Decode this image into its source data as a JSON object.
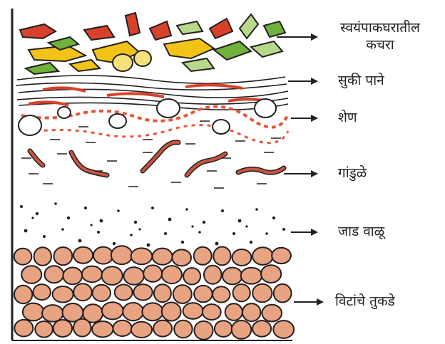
{
  "layers": [
    {
      "id": "kitchen-waste",
      "label_lines": [
        "स्वयंपाकघरातील",
        "कचरा"
      ]
    },
    {
      "id": "dry-leaves",
      "label_lines": [
        "सुकी पाने"
      ]
    },
    {
      "id": "dung",
      "label_lines": [
        "शेण"
      ]
    },
    {
      "id": "earthworms",
      "label_lines": [
        "गांडुळे"
      ]
    },
    {
      "id": "coarse-sand",
      "label_lines": [
        "जाड वाळू"
      ]
    },
    {
      "id": "brick-pieces",
      "label_lines": [
        "विटांचे तुकडे"
      ]
    }
  ],
  "colors": {
    "outline": "#231f20",
    "brick": "#e8a382",
    "leaf_red": "#d8412b",
    "leaf_yellow": "#f2c316",
    "leaf_green": "#6fb23a",
    "leaf_light_green": "#b7d98a",
    "worm": "#c8553d",
    "dung_smear": "#e4573a"
  }
}
